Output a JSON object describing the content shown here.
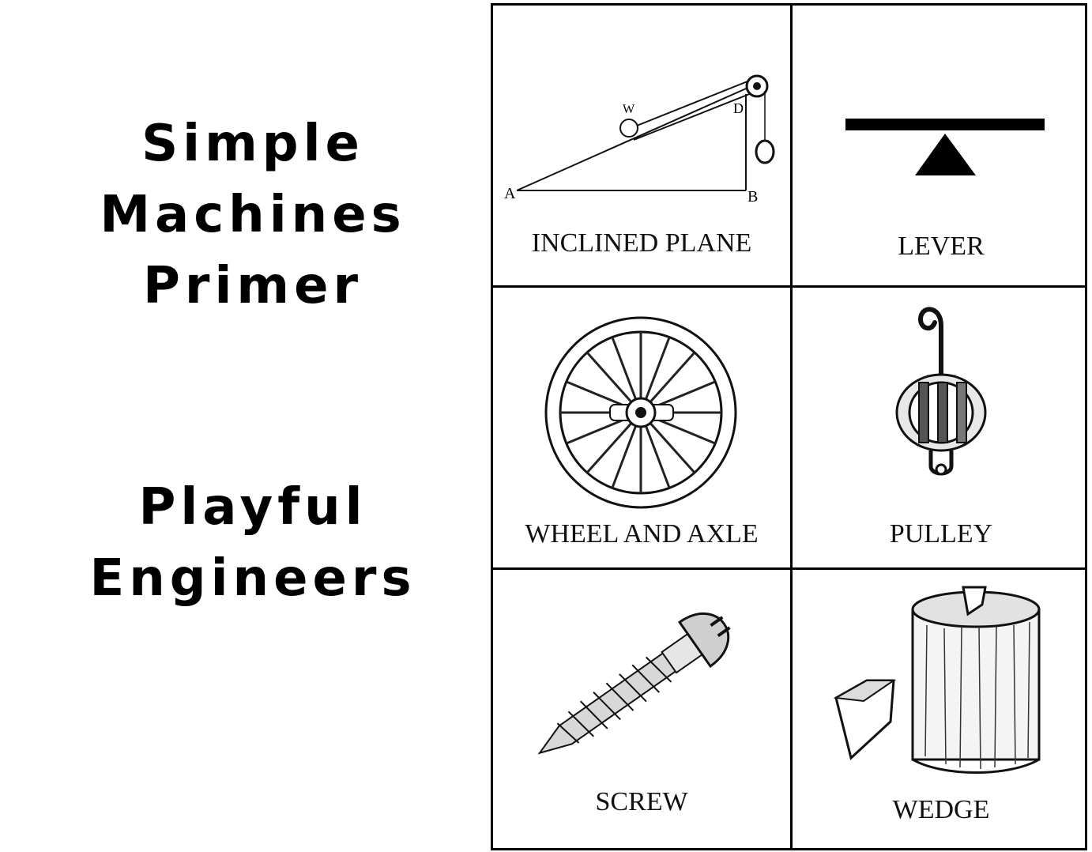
{
  "title_lines": [
    "Simple",
    "Machines",
    "Primer"
  ],
  "subtitle_lines": [
    "Playful",
    "Engineers"
  ],
  "machines": [
    {
      "label": "INCLINED PLANE",
      "icon": "inclined-plane-icon",
      "diagram_labels": {
        "a": "A",
        "b": "B",
        "d": "D",
        "w": "W"
      }
    },
    {
      "label": "LEVER",
      "icon": "lever-icon"
    },
    {
      "label": "WHEEL AND AXLE",
      "icon": "wheel-and-axle-icon"
    },
    {
      "label": "PULLEY",
      "icon": "pulley-icon"
    },
    {
      "label": "SCREW",
      "icon": "screw-icon"
    },
    {
      "label": "WEDGE",
      "icon": "wedge-icon"
    }
  ]
}
